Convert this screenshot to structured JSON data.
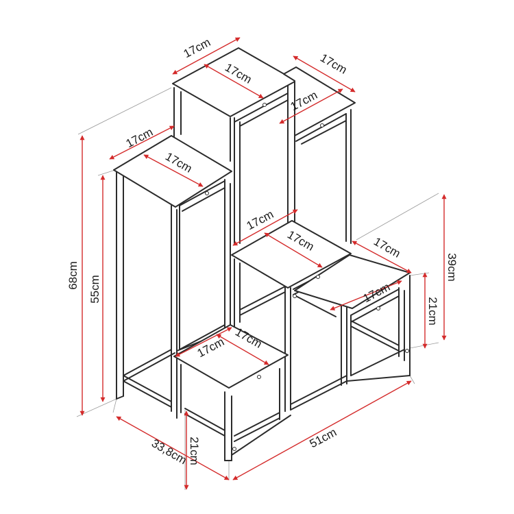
{
  "dimensions": {
    "top_left_depth": "17cm",
    "top_left_width": "17cm",
    "top_right_width": "17cm",
    "top_right_depth": "17cm",
    "left_shelf_width": "17cm",
    "left_shelf_depth": "17cm",
    "middle_shelf_width": "17cm",
    "middle_shelf_depth": "17cm",
    "right_low_width": "17cm",
    "right_low_depth": "17cm",
    "bottom_shelf_depth": "17cm",
    "bottom_shelf_width": "17cm",
    "total_height": "68cm",
    "left_height": "55cm",
    "right_high": "39cm",
    "right_low": "21cm",
    "front_low": "21cm",
    "depth_total": "33,8cm",
    "width_total": "51cm"
  },
  "colors": {
    "dimension": "#d42b2b",
    "frame": "#2b2b2b",
    "extension": "#9a9a9a"
  }
}
